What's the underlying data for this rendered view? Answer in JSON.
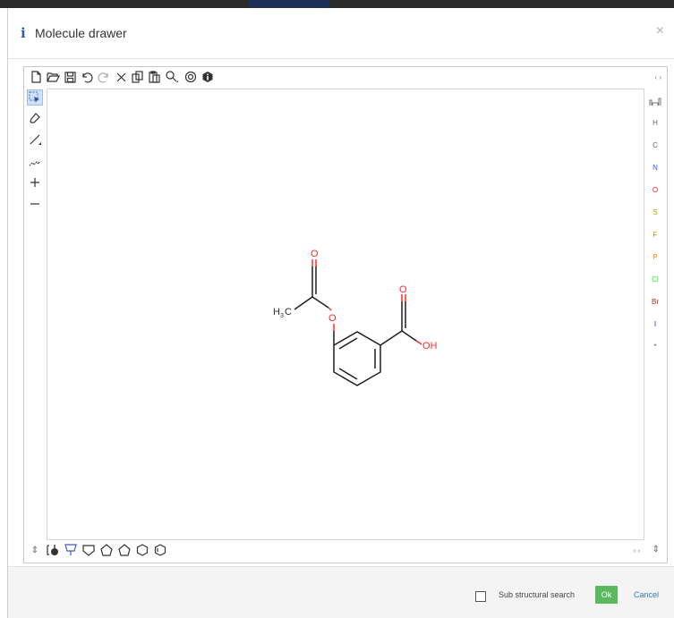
{
  "dialog": {
    "title": "Molecule drawer",
    "close_glyph": "×",
    "info_glyph": "i"
  },
  "top_toolbar": {
    "icons": [
      "new-document-icon",
      "open-folder-icon",
      "save-icon",
      "undo-icon",
      "redo-icon",
      "clear-icon",
      "copy-icon",
      "paste-icon",
      "zoom-icon",
      "center-icon",
      "info-icon"
    ],
    "collapse_glyph": "‹ ›"
  },
  "left_toolbar": {
    "icons": [
      "select-icon",
      "eraser-icon",
      "bond-icon",
      "chain-icon",
      "charge-plus-icon",
      "charge-minus-icon"
    ]
  },
  "right_toolbar": {
    "periodic_table_icon": "periodic-table-icon",
    "elements": [
      {
        "symbol": "H",
        "color": "#666666"
      },
      {
        "symbol": "C",
        "color": "#666666"
      },
      {
        "symbol": "N",
        "color": "#3050f8"
      },
      {
        "symbol": "O",
        "color": "#ff0d0d"
      },
      {
        "symbol": "S",
        "color": "#b8a000"
      },
      {
        "symbol": "F",
        "color": "#c89000"
      },
      {
        "symbol": "P",
        "color": "#ff8000"
      },
      {
        "symbol": "Cl",
        "color": "#1ff01f"
      },
      {
        "symbol": "Br",
        "color": "#a62929"
      },
      {
        "symbol": "I",
        "color": "#940094"
      },
      {
        "symbol": "*",
        "color": "#666666"
      }
    ]
  },
  "molecule": {
    "name_labels": {
      "carbonyl_o_top": "O",
      "ester_o": "O",
      "acid_o_top": "O",
      "hydroxyl": "OH",
      "methyl_h": "H",
      "methyl_sub": "3",
      "methyl_c": "C"
    }
  },
  "bottom_toolbar": {
    "icons": [
      "template-icon",
      "funnel-icon",
      "cyclopropane-icon",
      "cyclobutane-icon",
      "cyclopentane-icon",
      "cyclohexane-icon",
      "benzene-icon"
    ],
    "left_glyph": "⇕",
    "right_glyph_a": "‹ ›",
    "right_glyph_b": "⇕"
  },
  "footer": {
    "checkbox_label": "Sub structural search",
    "checkbox_checked": false,
    "ok_label": "Ok",
    "cancel_label": "Cancel"
  },
  "colors": {
    "ok_green": "#5cb85c",
    "cancel_blue": "#337ab7",
    "heteroatom_red": "#ff2a2a",
    "bond_black": "#1e1e1e"
  }
}
